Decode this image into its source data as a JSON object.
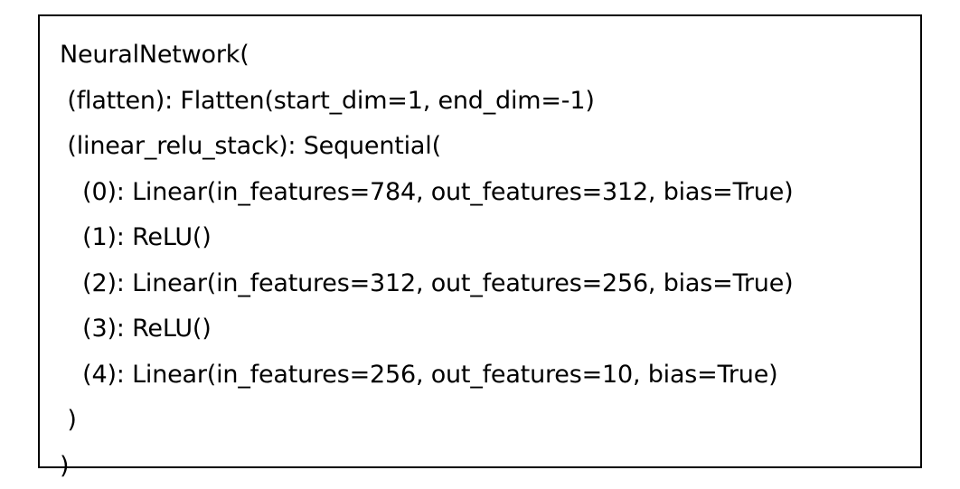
{
  "code_block": {
    "lines": [
      "NeuralNetwork(",
      " (flatten): Flatten(start_dim=1, end_dim=-1)",
      " (linear_relu_stack): Sequential(",
      "   (0): Linear(in_features=784, out_features=312, bias=True)",
      "   (1): ReLU()",
      "   (2): Linear(in_features=312, out_features=256, bias=True)",
      "   (3): ReLU()",
      "   (4): Linear(in_features=256, out_features=10, bias=True)",
      " )",
      ")"
    ]
  },
  "colors": {
    "text": "#000000",
    "border": "#000000",
    "background": "#ffffff"
  }
}
